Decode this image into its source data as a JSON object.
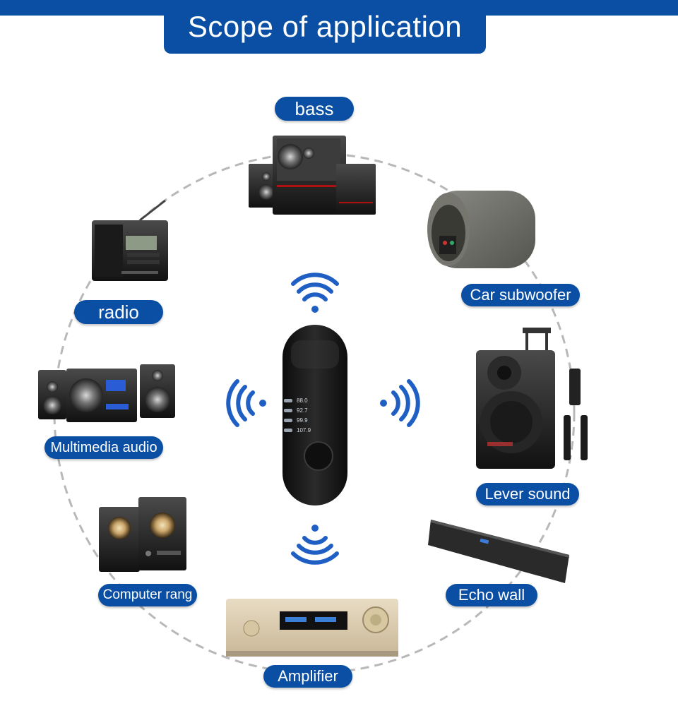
{
  "title": "Scope of application",
  "labels": {
    "bass": "bass",
    "radio": "radio",
    "car_subwoofer": "Car subwoofer",
    "multimedia_audio": "Multimedia audio",
    "lever_sound": "Lever sound",
    "computer_rang": "Computer rang",
    "echo_wall": "Echo wall",
    "amplifier": "Amplifier"
  },
  "device": {
    "frequencies": [
      "88.0",
      "92.7",
      "99.9",
      "107.9"
    ]
  },
  "colors": {
    "brand_blue": "#0a4fa3",
    "wave_blue": "#1f5fc4"
  }
}
